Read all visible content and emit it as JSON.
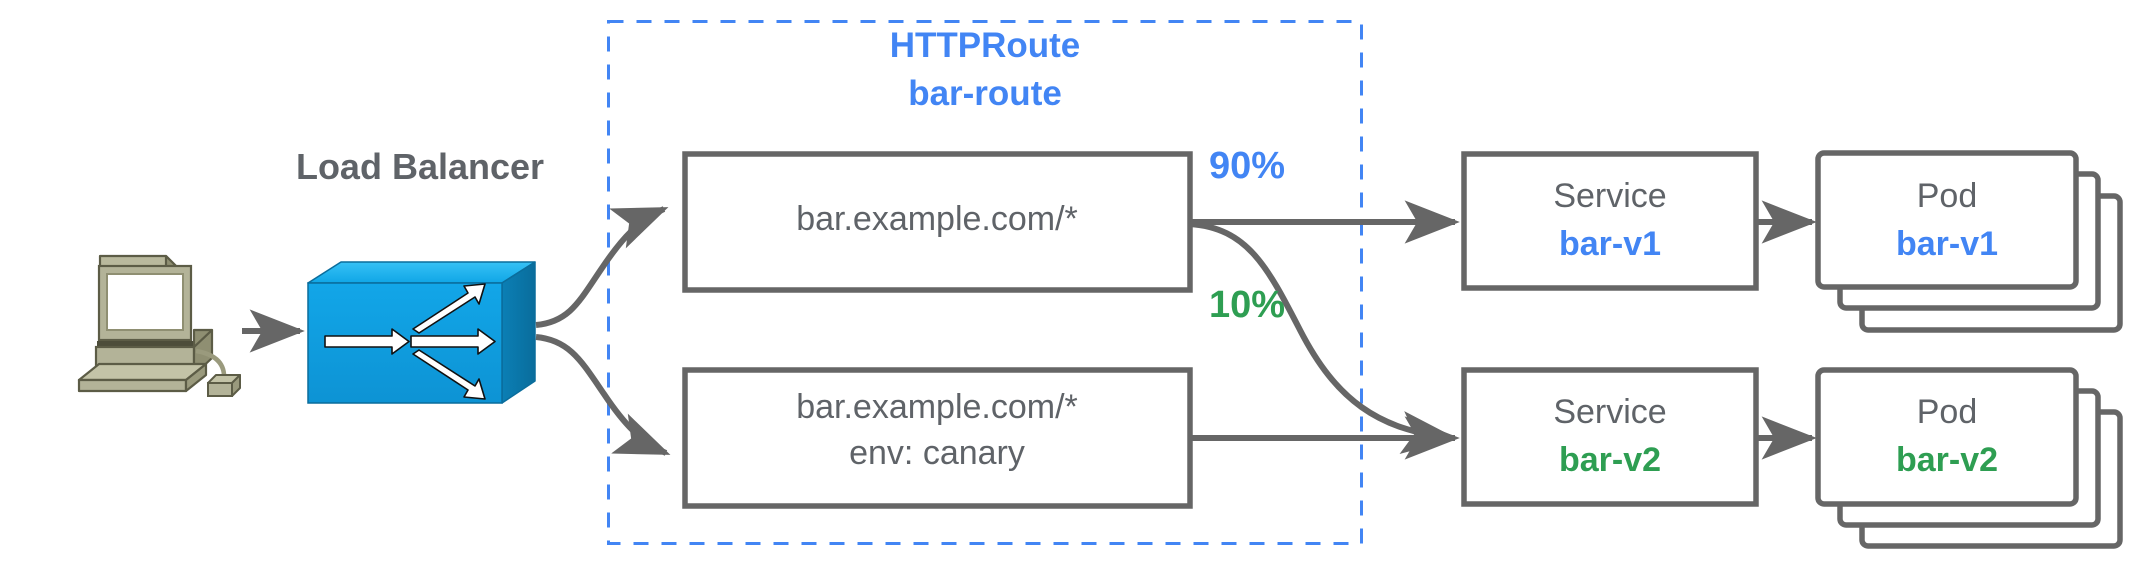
{
  "diagram": {
    "title": "Gateway API HTTPRoute canary traffic split",
    "colors": {
      "blue": "#4285f4",
      "green": "#2e9e52",
      "gray_text": "#5f6368",
      "box_stroke": "#666666",
      "dashed_border": "#4285f4",
      "lb_blue": "#0f9ee0",
      "lb_blue_dark": "#0b6f99",
      "lb_blue_top": "#29b6f0",
      "computer_beige": "#aaaa8c",
      "computer_beige_light": "#c3c3a7",
      "computer_beige_dark": "#8c8c6e",
      "background": "#ffffff"
    },
    "client": {
      "icon": "computer-workstation-icon",
      "label": ""
    },
    "load_balancer": {
      "label": "Load Balancer",
      "icon": "load-balancer-icon"
    },
    "httproute_group": {
      "kind_label": "HTTPRoute",
      "name_label": "bar-route",
      "border_style": "dashed"
    },
    "rules": [
      {
        "id": "rule-primary",
        "lines": [
          "bar.example.com/*"
        ],
        "weight_label": "90%",
        "weight_color": "#4285f4"
      },
      {
        "id": "rule-canary",
        "lines": [
          "bar.example.com/*",
          "env: canary"
        ],
        "weight_label": "10%",
        "weight_color": "#2e9e52"
      }
    ],
    "services": [
      {
        "id": "service-bar-v1",
        "kind_label": "Service",
        "name_label": "bar-v1",
        "name_color": "#4285f4"
      },
      {
        "id": "service-bar-v2",
        "kind_label": "Service",
        "name_label": "bar-v2",
        "name_color": "#2e9e52"
      }
    ],
    "pods": [
      {
        "id": "pod-bar-v1",
        "kind_label": "Pod",
        "name_label": "bar-v1",
        "name_color": "#4285f4",
        "replica_stack": 3
      },
      {
        "id": "pod-bar-v2",
        "kind_label": "Pod",
        "name_label": "bar-v2",
        "name_color": "#2e9e52",
        "replica_stack": 3
      }
    ],
    "edges": [
      {
        "from": "client",
        "to": "load-balancer",
        "style": "straight-arrow"
      },
      {
        "from": "load-balancer",
        "to": "rule-primary",
        "style": "curved-arrow"
      },
      {
        "from": "load-balancer",
        "to": "rule-canary",
        "style": "curved-arrow"
      },
      {
        "from": "rule-primary",
        "to": "service-bar-v1",
        "style": "straight-arrow",
        "label": "90%"
      },
      {
        "from": "rule-primary",
        "to": "service-bar-v2",
        "style": "curved-arrow",
        "label": "10%"
      },
      {
        "from": "rule-canary",
        "to": "service-bar-v2",
        "style": "straight-arrow"
      },
      {
        "from": "service-bar-v1",
        "to": "pod-bar-v1",
        "style": "straight-arrow"
      },
      {
        "from": "service-bar-v2",
        "to": "pod-bar-v2",
        "style": "straight-arrow"
      }
    ]
  }
}
